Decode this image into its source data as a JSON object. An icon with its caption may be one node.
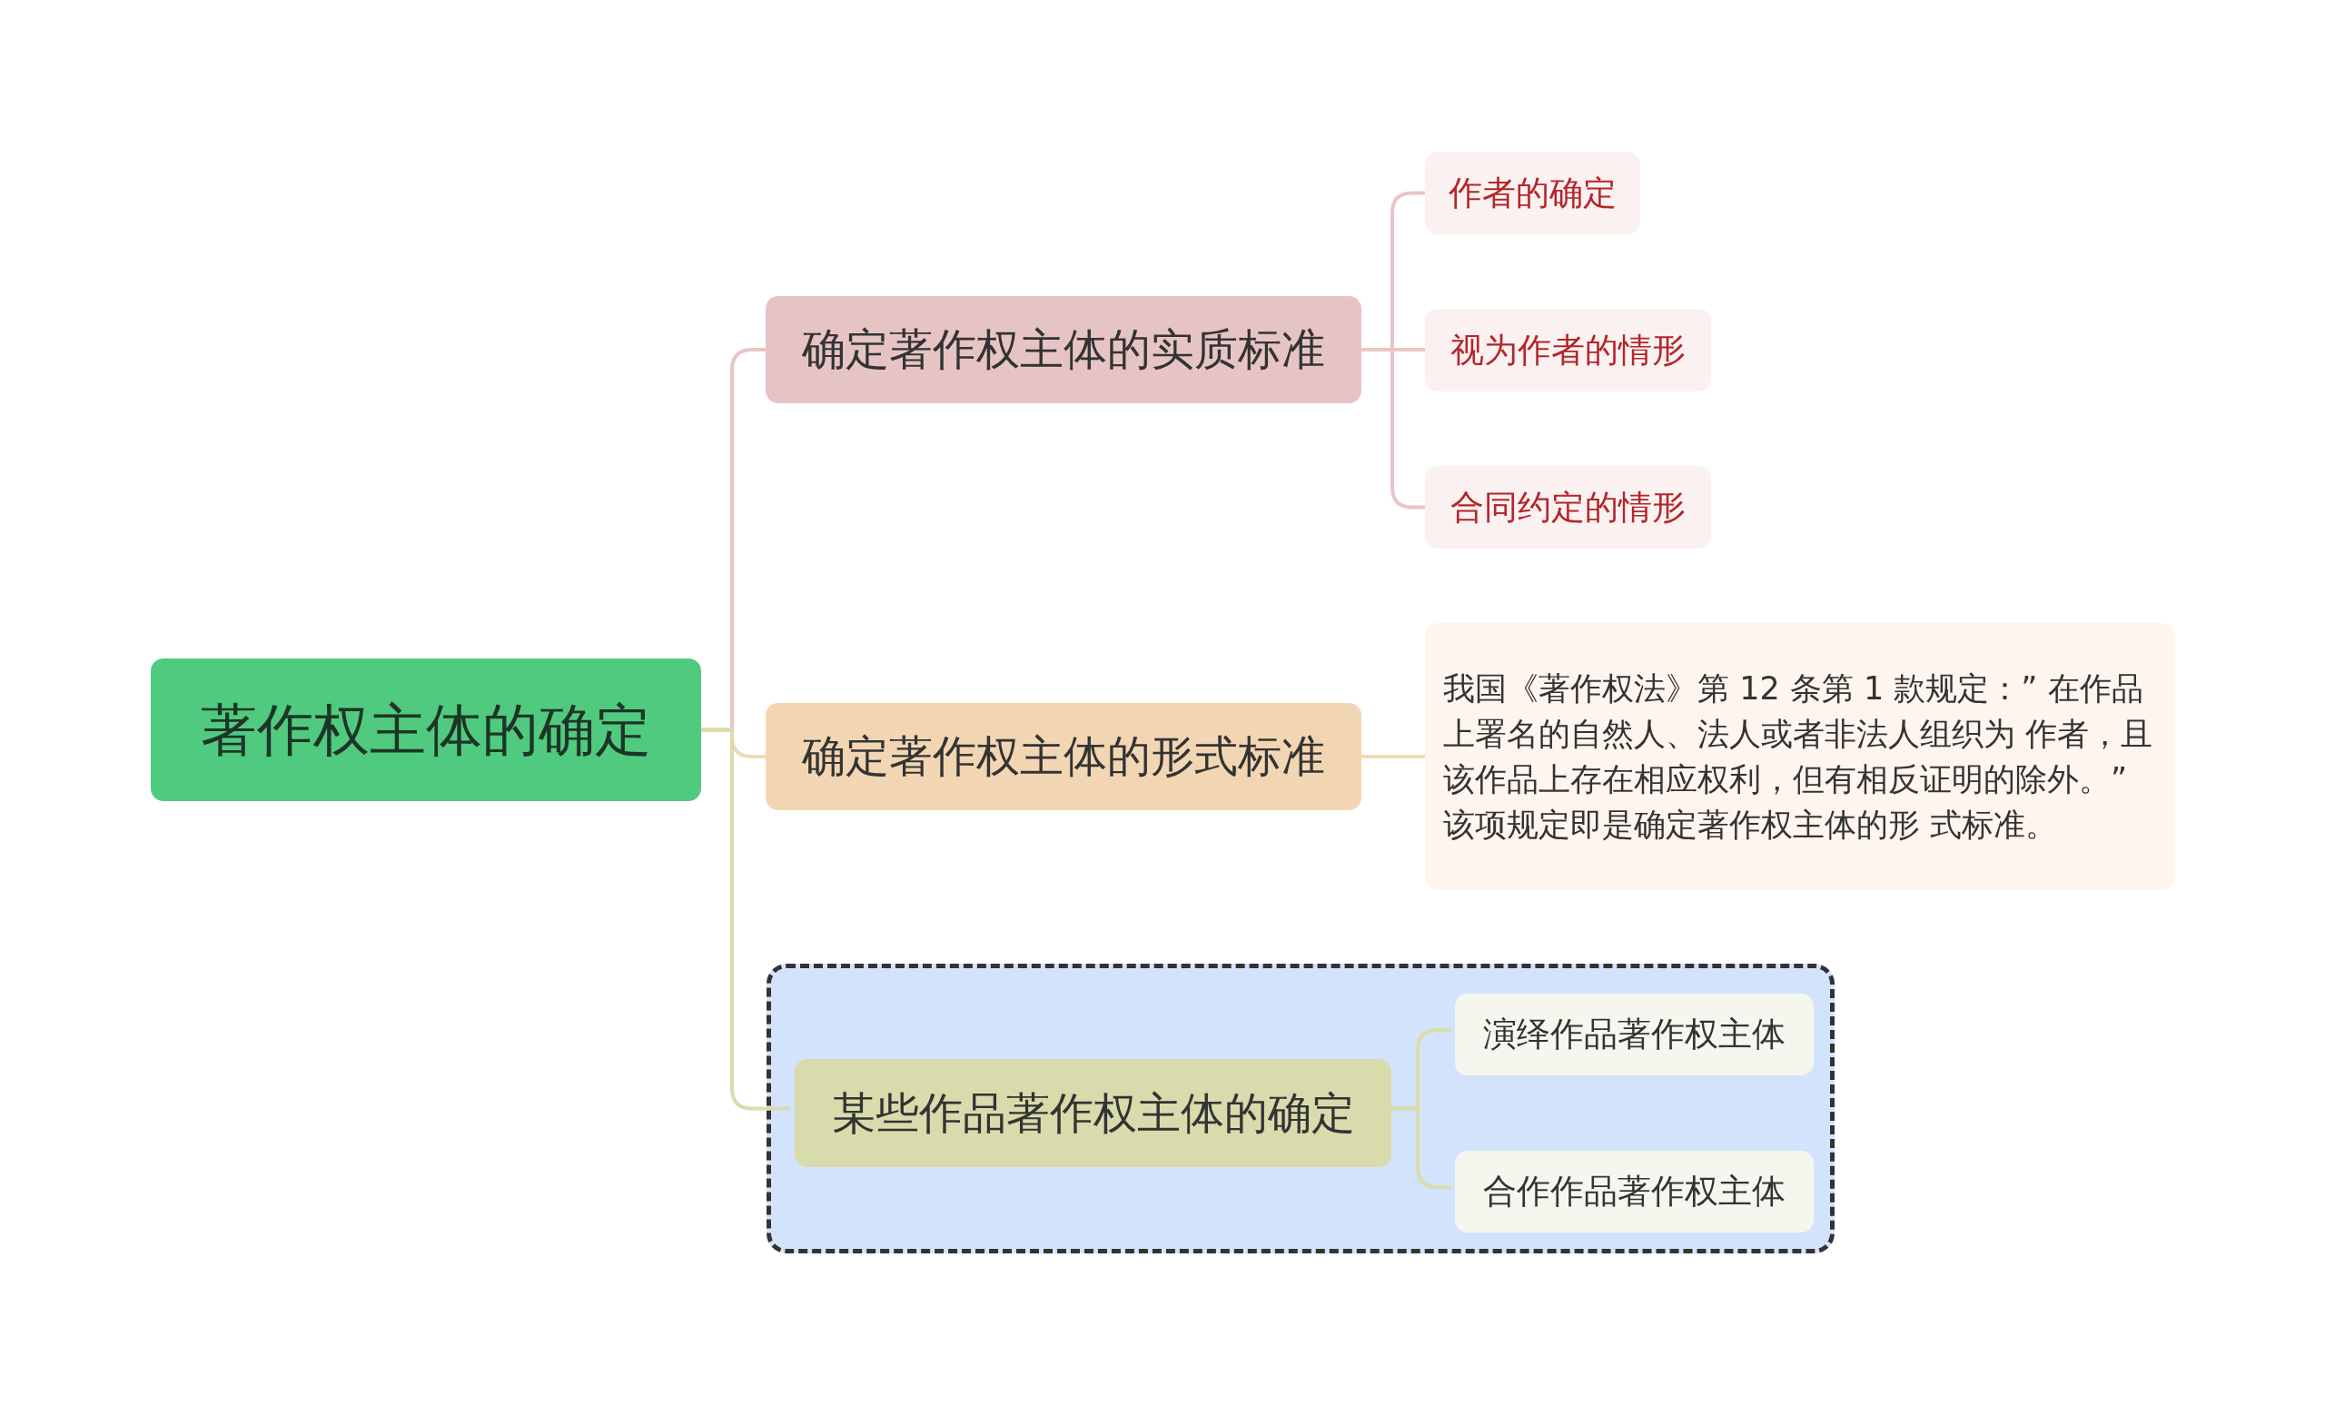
{
  "diagram": {
    "nodes": [
      {
        "text": [
          "著作权主体的确定"
        ]
      },
      {
        "text": [
          "确定著作权主体的实质标准"
        ]
      },
      {
        "text": [
          "作者的确定"
        ]
      },
      {
        "text": [
          "视为作者的情形"
        ]
      },
      {
        "text": [
          "合同约定的情形"
        ]
      },
      {
        "text": [
          "确定著作权主体的形式标准"
        ]
      },
      {
        "text": [
          "我国《著作权法》第 12 条第 1 款规定：” 在作品上署名的自然人、法人或者非法人组织为 作者，且该作品上存在相应权利，但有相反证明的除外。” 该项规定即是确定著作权主体的形 式标准。"
        ]
      },
      {
        "text": [],
        "shape": "box"
      },
      {
        "text": [
          "某些作品著作权主体的确定"
        ],
        "in": 7
      },
      {
        "text": [
          "演绎作品著作权主体"
        ],
        "in": 7
      },
      {
        "text": [
          "合作作品著作权主体"
        ],
        "in": 7
      }
    ],
    "edges": [
      {
        "from": 0,
        "to": 1,
        "arrow": "none",
        "color": "#e8c6c6"
      },
      {
        "from": 0,
        "to": 5,
        "arrow": "none",
        "color": "#f2dab8"
      },
      {
        "from": 0,
        "to": 8,
        "arrow": "none",
        "color": "#dadcaa"
      },
      {
        "from": 1,
        "to": 2,
        "arrow": "none",
        "color": "#e8c6c6"
      },
      {
        "from": 1,
        "to": 3,
        "arrow": "none",
        "color": "#e8c6c6"
      },
      {
        "from": 1,
        "to": 4,
        "arrow": "none",
        "color": "#e8c6c6"
      },
      {
        "from": 5,
        "to": 6,
        "arrow": "none",
        "color": "#f2dab8"
      },
      {
        "from": 8,
        "to": 9,
        "arrow": "none",
        "color": "#dadcaa"
      },
      {
        "from": 8,
        "to": 10,
        "arrow": "none",
        "color": "#dadcaa"
      }
    ]
  }
}
